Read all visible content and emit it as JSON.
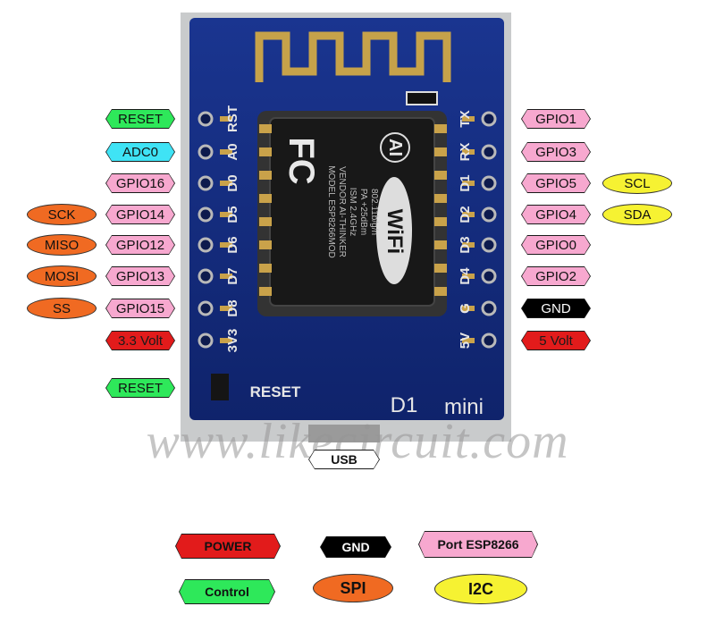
{
  "colors": {
    "port": "#f7a8cf",
    "analog": "#3fe3f5",
    "control": "#2ee85a",
    "power": "#e21b1b",
    "gnd": "#000000",
    "spi": "#f06a22",
    "i2c": "#f6f232",
    "board": "#12297a"
  },
  "board": {
    "reset_text": "RESET",
    "name_text": "D1",
    "mini_text": "mini",
    "fc_text": "FC",
    "ai_text": "AI",
    "wifi_text": "WiFi",
    "model_text": "MODEL ESP8266MOD",
    "vendor_text": "VENDOR AI-THINKER",
    "ism_text": "ISM 2.4GHz",
    "pa_text": "PA +25dBm",
    "std_text": "802.11b/g/n"
  },
  "left_pins": [
    {
      "silk": "RST",
      "label": "RESET",
      "kind": "control"
    },
    {
      "silk": "A0",
      "label": "ADC0",
      "kind": "analog"
    },
    {
      "silk": "D0",
      "label": "GPIO16",
      "kind": "port"
    },
    {
      "silk": "D5",
      "label": "GPIO14",
      "kind": "port",
      "extra": "SCK",
      "extra_kind": "spi"
    },
    {
      "silk": "D6",
      "label": "GPIO12",
      "kind": "port",
      "extra": "MISO",
      "extra_kind": "spi"
    },
    {
      "silk": "D7",
      "label": "GPIO13",
      "kind": "port",
      "extra": "MOSI",
      "extra_kind": "spi"
    },
    {
      "silk": "D8",
      "label": "GPIO15",
      "kind": "port",
      "extra": "SS",
      "extra_kind": "spi"
    },
    {
      "silk": "3V3",
      "label": "3.3 Volt",
      "kind": "power"
    }
  ],
  "right_pins": [
    {
      "silk": "TX",
      "label": "GPIO1",
      "kind": "port"
    },
    {
      "silk": "RX",
      "label": "GPIO3",
      "kind": "port"
    },
    {
      "silk": "D1",
      "label": "GPIO5",
      "kind": "port",
      "extra": "SCL",
      "extra_kind": "i2c"
    },
    {
      "silk": "D2",
      "label": "GPIO4",
      "kind": "port",
      "extra": "SDA",
      "extra_kind": "i2c"
    },
    {
      "silk": "D3",
      "label": "GPIO0",
      "kind": "port"
    },
    {
      "silk": "D4",
      "label": "GPIO2",
      "kind": "port"
    },
    {
      "silk": "G",
      "label": "GND",
      "kind": "gnd"
    },
    {
      "silk": "5V",
      "label": "5 Volt",
      "kind": "power"
    }
  ],
  "reset_button_label": "RESET",
  "usb_label": "USB",
  "watermark": "www.likecircuit.com",
  "legend": [
    {
      "label": "POWER",
      "kind": "power"
    },
    {
      "label": "GND",
      "kind": "gnd"
    },
    {
      "label": "Port ESP8266",
      "kind": "port"
    },
    {
      "label": "Control",
      "kind": "control"
    },
    {
      "label": "SPI",
      "kind": "spi"
    },
    {
      "label": "I2C",
      "kind": "i2c"
    }
  ]
}
